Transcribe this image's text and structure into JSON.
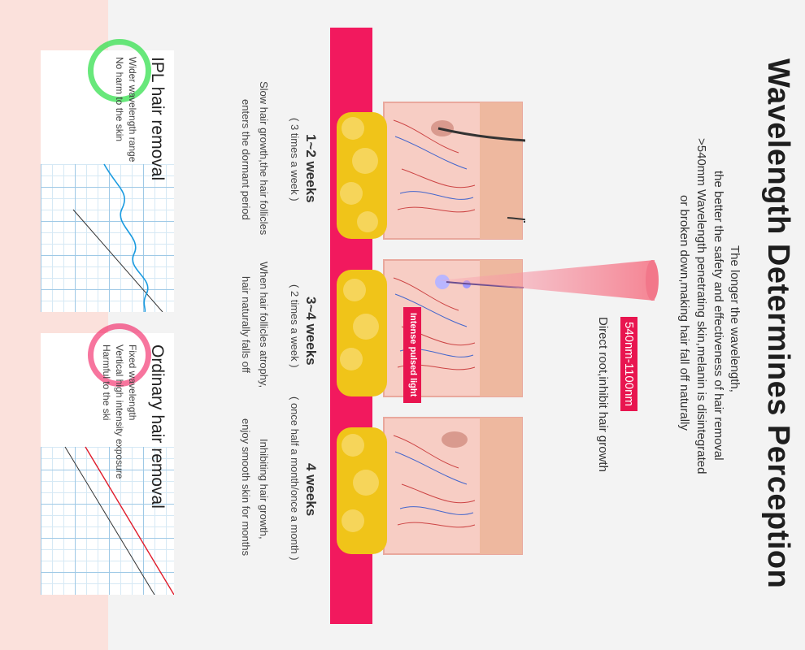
{
  "title": "Wavelength Determines Perception",
  "intro_lines": [
    "The longer the wavelength,",
    "the better the safety and effectiveness of hair removal",
    ">540mm Wavelength penetrating skin,melanin is disintegrated",
    "or broken down,making hair fall off naturally"
  ],
  "wavelength_tag": "540nm-1100nm",
  "wavelength_caption": "Direct root,inhibit hair growth",
  "ipl_label": "Intense pulsed light",
  "weeks": [
    {
      "heading": "1~2 weeks",
      "freq": "( 3 times a week )",
      "desc": [
        "Slow hair growth,the hair follicles",
        "enters the dormant period"
      ]
    },
    {
      "heading": "3~4 weeks",
      "freq": "( 2 times a week )",
      "desc": [
        "When hair follicles atrophy,",
        "hair naturally falls off"
      ]
    },
    {
      "heading": "4 weeks",
      "freq": "( once half a month/once a month )",
      "desc": [
        "Inhibiting hair growth,",
        "enjoy smooth skin for months"
      ]
    }
  ],
  "cards": [
    {
      "title": "IPL hair removal",
      "lines": [
        "Wider wavelength range",
        "No harm to the skin"
      ],
      "ring_color": "#35e04f",
      "wave_color": "#1a9be0"
    },
    {
      "title": "Ordinary hair removal",
      "lines": [
        "Fixed wavelength",
        "Vertical high intensity exposure",
        "Harmful to the ski"
      ],
      "ring_color": "#f2195e",
      "wave_color": "#e01c2b"
    }
  ],
  "colors": {
    "accent": "#f2195e",
    "band": "#fbe1dc",
    "fat": "#f0c419",
    "skin": "#f7cdc4"
  }
}
